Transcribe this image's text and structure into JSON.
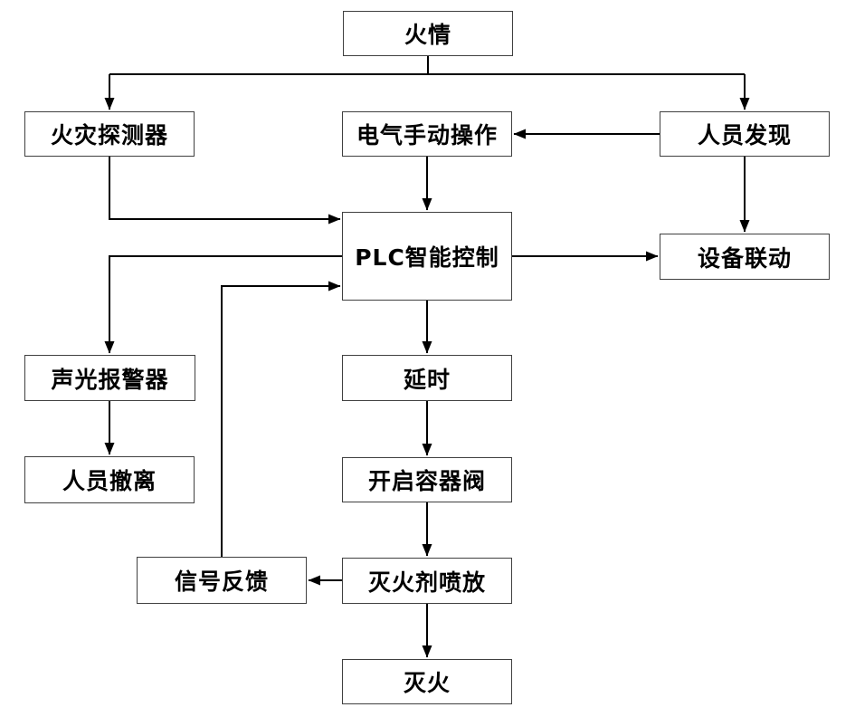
{
  "diagram": {
    "nodes": {
      "fire": {
        "label": "火情"
      },
      "detector": {
        "label": "火灾探测器"
      },
      "manual": {
        "label": "电气手动操作"
      },
      "person": {
        "label": "人员发现"
      },
      "plc": {
        "label": "PLC智能控制"
      },
      "linkage": {
        "label": "设备联动"
      },
      "alarm": {
        "label": "声光报警器"
      },
      "evacuate": {
        "label": "人员撤离"
      },
      "delay": {
        "label": "延时"
      },
      "valve": {
        "label": "开启容器阀"
      },
      "feedback": {
        "label": "信号反馈"
      },
      "discharge": {
        "label": "灭火剂喷放"
      },
      "extinguish": {
        "label": "灭火"
      }
    },
    "edges": [
      {
        "from": "fire",
        "to": "detector"
      },
      {
        "from": "fire",
        "to": "person"
      },
      {
        "from": "person",
        "to": "manual"
      },
      {
        "from": "manual",
        "to": "plc"
      },
      {
        "from": "detector",
        "to": "plc"
      },
      {
        "from": "feedback",
        "to": "plc"
      },
      {
        "from": "plc",
        "to": "alarm"
      },
      {
        "from": "plc",
        "to": "linkage"
      },
      {
        "from": "person",
        "to": "linkage"
      },
      {
        "from": "plc",
        "to": "delay"
      },
      {
        "from": "alarm",
        "to": "evacuate"
      },
      {
        "from": "delay",
        "to": "valve"
      },
      {
        "from": "valve",
        "to": "discharge"
      },
      {
        "from": "discharge",
        "to": "feedback"
      },
      {
        "from": "discharge",
        "to": "extinguish"
      }
    ],
    "colors": {
      "line": "#000000",
      "border": "#404040",
      "background": "#ffffff",
      "text": "#000000"
    }
  }
}
